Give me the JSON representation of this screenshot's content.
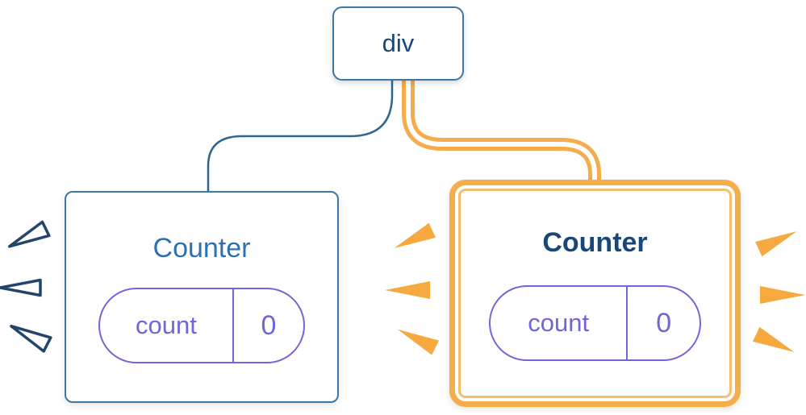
{
  "diagram": {
    "root": {
      "label": "div"
    },
    "children": [
      {
        "label": "Counter",
        "highlighted": false,
        "state": {
          "key": "count",
          "value": "0"
        }
      },
      {
        "label": "Counter",
        "highlighted": true,
        "state": {
          "key": "count",
          "value": "0"
        }
      }
    ]
  },
  "colors": {
    "page_bg": "#FFFFFF",
    "card_bg": "#FFFFFF",
    "blue_border": "#3B77A8",
    "blue_text": "#2E71B0",
    "dark_text": "#1A4876",
    "purple": "#6E66D9",
    "edge_blue": "#2F6690",
    "orange": "#F5AC4B",
    "orange_soft": "#F7BE6B",
    "spark_orange": "#F5A93F",
    "spark_outline": "#24456B",
    "white": "#FFFFFF"
  }
}
